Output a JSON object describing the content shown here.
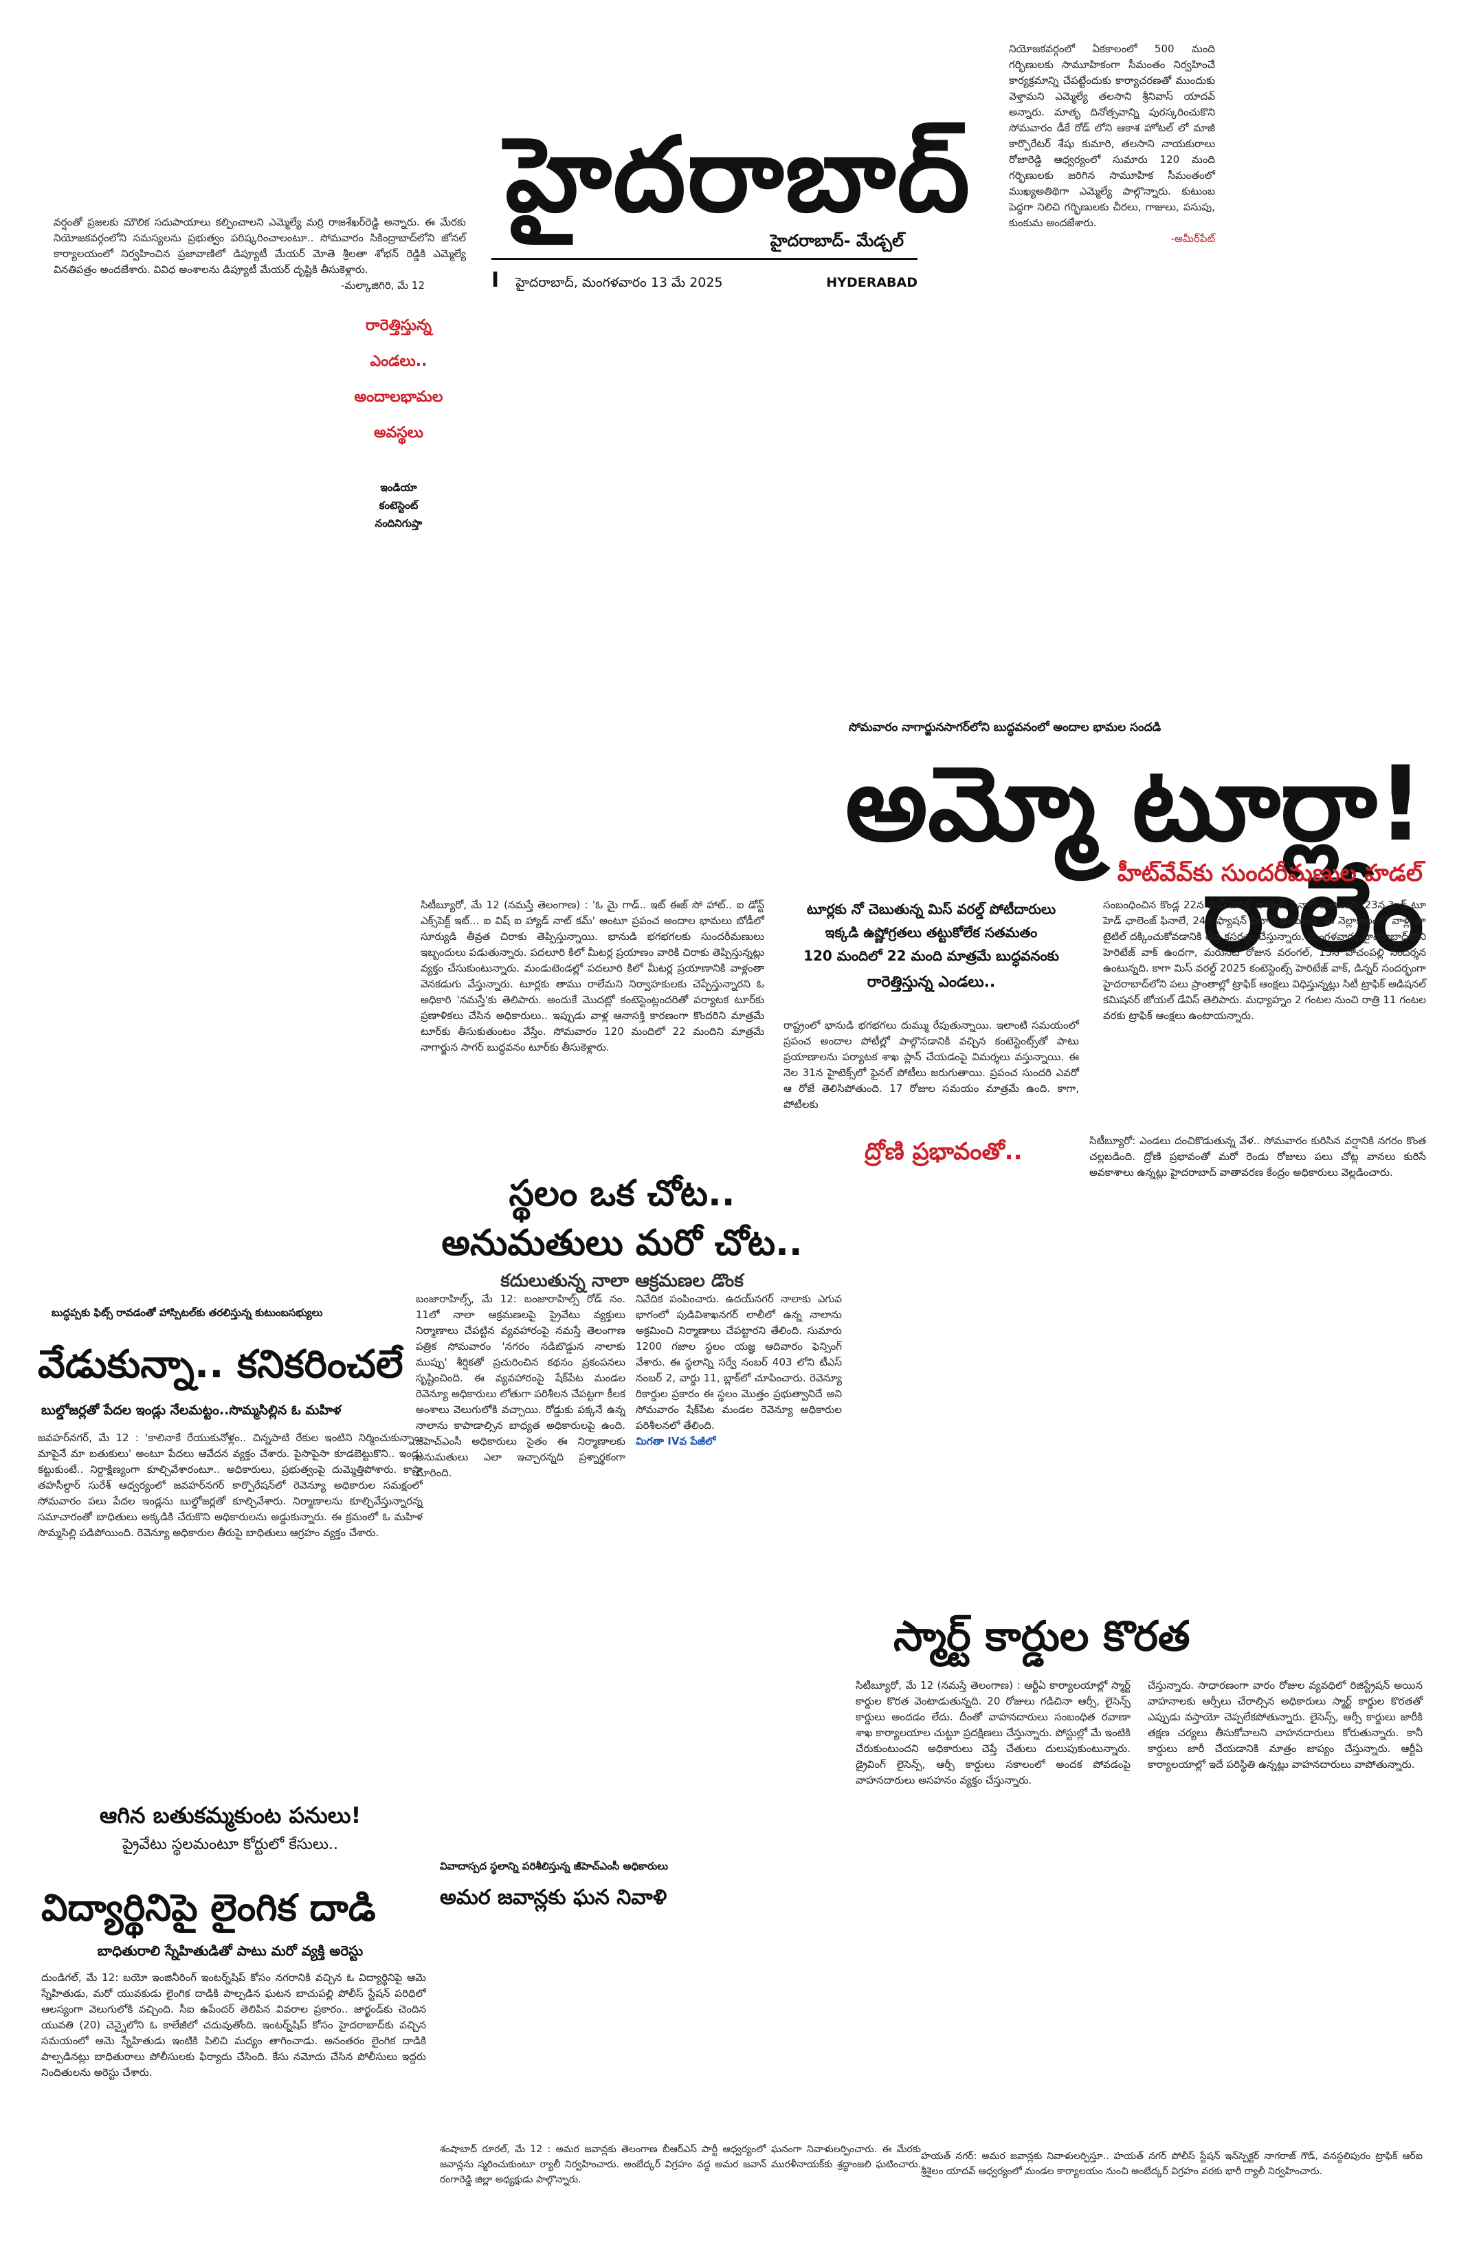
{
  "masthead": {
    "title": "హైదరాబాద్",
    "subtitle": "హైదరాబాద్- మేడ్చల్",
    "page_no": "I",
    "dateline": "హైదరాబాద్, మంగళవారం 13 మే 2025",
    "edition": "HYDERABAD"
  },
  "brief_top_left": {
    "text": "వర్షంతో ప్రజలకు మౌలిక సదుపాయాలు కల్పించాలని ఎమ్మెల్యే మర్రి రాజశేఖర్‌రెడ్డి అన్నారు. ఈ మేరకు నియోజకవర్గంలోని సమస్యలను ప్రభుత్వం పరిష్కరించాలంటూ.. సోమవారం సికింద్రాబాద్‌లోని జోనల్ కార్యాలయంలో నిర్వహించిన ప్రజావాణిలో డిప్యూటీ మేయర్ మోతె శ్రీలతా శోభన్ రెడ్డికి ఎమ్మెల్యే వినతిపత్రం అందజేశారు. వివిధ అంశాలను డిప్యూటీ మేయర్ దృష్టికి తీసుకెళ్లారు.",
    "sign": "-మల్కాజిగిరి, మే 12"
  },
  "brief_top_right": {
    "text": "నియోజకవర్గంలో ఏకకాలంలో 500 మంది గర్భిణులకు సామూహికంగా సీమంతం నిర్వహించే కార్యక్రమాన్ని చేపట్టేందుకు కార్యాచరణతో ముందుకు వెళ్తామని ఎమ్మెల్యే తలసాని శ్రీనివాస్ యాదవ్ అన్నారు. మాతృ దినోత్సవాన్ని పురస్కరించుకొని సోమవారం డీకే రోడ్ లోని ఆకాశ హోటల్ లో మాజీ కార్పొరేటర్ శేషు కుమారి, తలసాని నాయకురాలు రోజారెడ్డి ఆధ్వర్యంలో సుమారు 120 మంది గర్భిణులకు జరిగిన సామూహిక సీమంతంలో ముఖ్యఅతిథిగా ఎమ్మెల్యే పాల్గొన్నారు. కుటుంబ పెద్దగా నిలిచి గర్భిణులకు చీరలు, గాజులు, పసుపు, కుంకుమ అందజేశారు.",
    "sign": "-అమీర్‌పేట్"
  },
  "side_column": {
    "red_lines": [
      "రారెత్తిస్తున్న",
      "ఎండలు..",
      "అందాలభామల",
      "అవస్థలు"
    ],
    "credit_lines": [
      "ఇండియా",
      "కంటెస్టెంట్",
      "నందినిగుప్తా"
    ]
  },
  "lead_story": {
    "kicker": "సోమవారం నాగార్జునసాగర్‌లోని బుద్ధవనంలో అందాల భామల సందడి",
    "headline": "అమ్మో టూర్లా! రాలేం",
    "subhead": "హీట్‌వేవ్‌కు సుందరీమణుల హడల్",
    "col1": "సిటీబ్యూరో, మే 12 (నమస్తే తెలంగాణ) : 'ఓ మై గాడ్.. ఇట్ ఈజ్ సో హాట్.. ఐ డోన్ట్ ఎక్స్‌పెక్ట్ ఇట్... ఐ విష్ ఐ హ్యాడ్ నాట్ కమ్' అంటూ ప్రపంచ అందాల భామలు బోడీలో సూర్యుడి తీవ్రత చిరాకు తెప్పిస్తున్నాయి. భానుడి భగభగలకు సుందరీమణులు ఇబ్బందులు పడుతున్నారు. పదలూరి కిలో మీటర్ల ప్రయాణం వారికి చిరాకు తెప్పిస్తున్నట్లు వ్యక్తం చేసుకుంటున్నారు. మండుటెండల్లో పదలూరి కిలో మీటర్ల ప్రయాణానికి వాళ్లంతా వెనకడుగు వేస్తున్నారు. టూర్లకు తాము రాలేమని నిర్వాహకులకు చెప్పేస్తున్నారని ఓ అధికారి 'నమస్తే'కు తెలిపారు. అందుకే మొదట్లో కంటెస్టెంట్లందరితో పర్యాటక టూర్‌కు ప్రణాళికలు చేసిన అధికారులు.. ఇప్పుడు వాళ్ల ఆనాసక్తి కారణంగా కొందరిని మాత్రమే టూర్‌కు తీసుకుతుంటం వేస్తేం. సోమవారం 120 మందిలో 22 మందిని మాత్రమే నాగార్జున సాగర్ బుద్ధవనం టూర్‌కు తీసుకెళ్లారు.",
    "pull_line1": "టూర్లకు నో చెబుతున్న మిస్ వరల్డ్ పోటీదారులు",
    "pull_line2": "ఇక్కడి ఉష్ణోగ్రతలు తట్టుకోలేక సతమతం",
    "pull_line3": "120 మందిలో 22 మంది మాత్రమే బుద్ధవనంకు",
    "pull_line4": "రారెత్తిస్తున్న ఎండలు..",
    "col2": "రాష్ట్రంలో భానుడి భగభగలు దుమ్ము రేపుతున్నాయి. ఇలాంటి సమయంలో ప్రపంచ అందాల పోటీల్లో పాల్గొనడానికి వచ్చిన కంటెస్టెంట్స్‌తో పాటు ప్రయాణాలను పర్యాటక శాఖ ప్లాన్ చేయడంపై విమర్శలు వస్తున్నాయి. ఈ నెల 31న హైటెక్స్‌లో ఫైనల్ పోటీలు జరుగుతాయి. ప్రపంచ సుందరి ఎవరో ఆ రోజే తెలిసిపోతుంది. 17 రోజుల సమయం మాత్రమే ఉంది. కాగా, పోటీలకు",
    "col3": "సంబంధించిన కొండ్ల 22న మిస్ వరల్డ్ టాలెంట్ ఫినాలే ఉంటుంది. 23న హెడ్ టూ హెడ్ ఛాలెంజ్ ఫినాలే, 24న ఫ్యాషన్ ఫినాలే ఉంటుంది. ఈ నెల్లాకాలంలో వాళ్లంతా టైటిల్ దక్కించుకోవడానికి తీవ్ర కసరత్తు చేస్తున్నారు. మంగళవారం హైదరాబాద్‌లోని హెరిటేజ్ వాక్ ఉందగా, మరుసటి రోజున వరంగల్, 15న పోచంపల్లి సందర్శన ఉంటున్నది. కాగా మిస్ వరల్డ్ 2025 కంటెస్టెంట్స్ హెరిటేజ్ వాక్, డిన్నర్ సందర్భంగా హైదరాబాద్‌లోని పలు ప్రాంతాల్లో ట్రాఫిక్ ఆంక్షలు విధిస్తున్నట్లు సిటీ ట్రాఫిక్ అడిషనల్ కమిషనర్ జోయల్ డేవిస్ తెలిపారు. మధ్యాహ్నం 2 గంటల నుంచి రాత్రి 11 గంటల వరకు ట్రాఫిక్ ఆంక్షలు ఉంటాయన్నారు."
  },
  "weather_box": {
    "title": "ద్రోణి ప్రభావంతో..",
    "text": "సిటీబ్యూరో: ఎండలు దంచికొడుతున్న వేళ.. సోమవారం కురిసిన వర్షానికి నగరం కొంత చల్లబడింది. ద్రోణి ప్రభావంతో మరో రెండు రోజులు పలు చోట్ల వానలు కురిసే అవకాశాలు ఉన్నట్లు హైదరాబాద్ వాతావరణ కేంద్రం అధికారులు వెల్లడించారు."
  },
  "story_land": {
    "headline_line1": "స్థలం ఒక చోట..",
    "headline_line2": "అనుమతులు మరో చోట..",
    "subhead": "కదులుతున్న నాలా ఆక్రమణల డొంక",
    "col1": "బంజారాహిల్స్, మే 12: బంజారాహిల్స్ రోడ్ నం. 11లో నాలా ఆక్రమణలపై ప్రైవేటు వ్యక్తులు నిర్మాణాలు చేపట్టిన వ్యవహారంపై నమస్తే తెలంగాణ పత్రిక సోమవారం 'నగరం నడిబొడ్డున నాలాకు ముప్పు' శీర్షికతో ప్రచురించిన కథనం ప్రకంపనలు సృష్టించింది. ఈ వ్యవహారంపై షేక్‌పేట మండల రెవెన్యూ అధికారులు లోతుగా పరిశీలన చేపట్టగా కీలక అంశాలు వెలుగులోకి వచ్చాయి. రోడ్డుకు పక్కనే ఉన్న నాలాను కాపాడాల్సిన బాధ్యత అధికారులపై ఉంది. జీహెచ్ఎంసీ అధికారులు సైతం ఈ నిర్మాణాలకు అనుమతులు ఎలా ఇచ్చారన్నది ప్రశ్నార్థకంగా మారింది.",
    "col2": "నివేదిక పంపించారు. ఉదయ్‌నగర్ నాలాకు ఎగువ భాగంలో పుడివిశాఖనగర్ లాలీలో ఉన్న నాలాను అక్రమించి నిర్మాణాలు చేపట్టారని తేలింది. సుమారు 1200 గజాల స్థలం యజ్ఞ ఆదివారం ఫెన్సింగ్ వేశారు. ఈ స్థలాన్ని సర్వే నంబర్ 403 లోని టీఎస్ నంబర్ 2, వార్డు 11, బ్లాక్‌లో చూపించారు. రెవెన్యూ రికార్డుల ప్రకారం ఈ స్థలం మొత్తం ప్రభుత్వానిదే అని సోమవారం షేక్‌పేట మండల రెవెన్యూ అధికారుల పరిశీలనలో తేలింది.",
    "continued": "మిగతా IVవ పేజీలో"
  },
  "story_kanikarinchale": {
    "kicker": "బుద్ధప్పకు ఫిట్స్ రావడంతో హాస్పిటల్‌కు తరలిస్తున్న కుటుంబసభ్యులు",
    "headline": "వేడుకున్నా.. కనికరించలే",
    "subhead": "బుల్డోజర్లతో పేదల ఇండ్లు నేలమట్టం..సొమ్మసిల్లిన ఓ మహిళ",
    "body": "జవహర్‌నగర్, మే 12 : 'కాలినాకే రేయుకునోళ్లం.. చిన్నపాటి రేకుల ఇంటిని నిర్మించుకున్నాం. మాపైనే మా బతుకులు' అంటూ పేదలు ఆవేదన వ్యక్తం చేశారు. పైసాపైసా కూడబెట్టుకొని.. ఇండ్లు కట్టుకుంటే.. నిర్దాక్షిణ్యంగా కూల్చివేశారంటూ.. అధికారులు, ప్రభుత్వంపై దుమ్మెత్తిపోశారు. కాప్రా తహసీల్దార్ సురేశ్ ఆధ్వర్యంలో జవహర్‌నగర్ కార్పొరేషన్‌లో రెవెన్యూ అధికారుల సమక్షంలో సోమవారం పలు పేదల ఇండ్లను బుల్డోజర్లతో కూల్చివేశారు. నిర్మాణాలను కూల్చివేస్తున్నారన్న సమాచారంతో బాధితులు అక్కడికి చేరుకొని అధికారులను అడ్డుకున్నారు. ఈ క్రమంలో ఓ మహిళ సొమ్మసిల్లి పడిపోయింది. రెవెన్యూ అధికారుల తీరుపై బాధితులు ఆగ్రహం వ్యక్తం చేశారు."
  },
  "story_smart_cards": {
    "headline": "స్మార్ట్ కార్డుల కొరత",
    "col1": "సిటీబ్యూరో, మే 12 (నమస్తే తెలంగాణ) : ఆర్టీఏ కార్యాలయాల్లో స్మార్ట్ కార్డుల కొరత వెంటాడుతున్నది. 20 రోజులు గడిచినా ఆర్సీ, లైసెన్స్ కార్డులు అందడం లేదు. దీంతో వాహనదారులు సంబంధిత రవాణా శాఖ కార్యాలయాల చుట్టూ ప్రదక్షిణలు చేస్తున్నారు. పోస్టుల్లో మే ఇంటికి చేరుకుంటుందని అధికారులు చెప్తే చేతులు దులుపుకుంటున్నారు. డ్రైవింగ్ లైసెన్స్, ఆర్సీ కార్డులు సకాలంలో అందక పోవడంపై వాహనదారులు అసహనం వ్యక్తం చేస్తున్నారు.",
    "col2": "చేస్తున్నారు. సాధారణంగా వారం రోజుల వ్యవధిలో రిజిస్ట్రేషన్ అయిన వాహనాలకు ఆర్సీలు చేరాల్సిన అధికారులు స్మార్ట్ కార్డుల కొరతతో ఎప్పుడు వస్తాయో చెప్పలేకపోతున్నారు. లైసెన్స్, ఆర్సీ కార్డులు జారీకి తక్షణ చర్యలు తీసుకోవాలని వాహనదారులు కోరుతున్నారు. కానీ కార్డులు జారీ చేయడానికి మాత్రం జాప్యం చేస్తున్నారు. ఆర్టీఏ కార్యాలయాల్లో ఇదే పరిస్థితి ఉన్నట్లు వాహనదారులు వాపోతున్నారు."
  },
  "story_bathukamma": {
    "headline": "ఆగిన బతుకమ్మకుంట పనులు!",
    "subhead": "ప్రైవేటు స్థలమంటూ కోర్టులో కేసులు.."
  },
  "story_assault": {
    "headline": "విద్యార్థినిపై లైంగిక దాడి",
    "subhead": "బాధితురాలి స్నేహితుడితో పాటు మరో వ్యక్తి అరెస్టు",
    "body": "దుండిగల్, మే 12: బయో ఇంజినీరింగ్ ఇంటర్న్‌షిప్ కోసం నగరానికి వచ్చిన ఓ విద్యార్థినిపై ఆమె స్నేహితుడు, మరో యువకుడు లైంగిక దాడికి పాల్పడిన ఘటన బాచుపల్లి పోలీస్ స్టేషన్ పరిధిలో ఆలస్యంగా వెలుగులోకి వచ్చింది. సీఐ ఉపేందర్ తెలిపిన వివరాల ప్రకారం.. జార్ఖండ్‌కు చెందిన యువతి (20) చెన్నైలోని ఓ కాలేజీలో చదువుతోంది. ఇంటర్న్‌షిప్ కోసం హైదరాబాద్‌కు వచ్చిన సమయంలో ఆమె స్నేహితుడు ఇంటికి పిలిచి మద్యం తాగించాడు. అనంతరం లైంగిక దాడికి పాల్పడినట్లు బాధితురాలు పోలీసులకు ఫిర్యాదు చేసింది. కేసు నమోదు చేసిన పోలీసులు ఇద్దరు నిందితులను అరెస్టు చేశారు."
  },
  "story_amara": {
    "kicker": "వివాదాస్పద స్థలాన్ని పరిశీలిస్తున్న జీహెచ్‌ఎంసీ అధికారులు",
    "headline": "అమర జవాన్లకు ఘన నివాళి"
  },
  "bottom_briefs": {
    "shamshabad": "శంషాబాద్ రూరల్, మే 12 : అమర జవాన్లకు తెలంగాణ బీఆర్‌ఎస్ పార్టీ ఆధ్వర్యంలో ఘనంగా నివాళులర్పించారు. ఈ మేరకు జవాన్లను స్మరించుకుంటూ ర్యాలీ నిర్వహించారు. అంబేద్కర్ విగ్రహం వద్ద అమర జవాన్ మురళీనాయక్‌కు శ్రద్ధాంజలి ఘటించారు. రంగారెడ్డి జిల్లా అధ్యక్షుడు పాల్గొన్నారు.",
    "hayathnagar": "హయత్ నగర్: అమర జవాన్లకు నివాళులర్పిస్తూ.. హయత్ నగర్ పోలీస్ స్టేషన్ ఇన్‌స్పెక్టర్ నాగరాజ్ గౌడ్, వనస్థలిపురం ట్రాఫిక్ ఆర్‌ఐ శ్రీశైలం యాదవ్ ఆధ్వర్యంలో మండల కార్యాలయం నుంచి అంబేద్కర్ విగ్రహం వరకు భారీ ర్యాలీ నిర్వహించారు."
  }
}
